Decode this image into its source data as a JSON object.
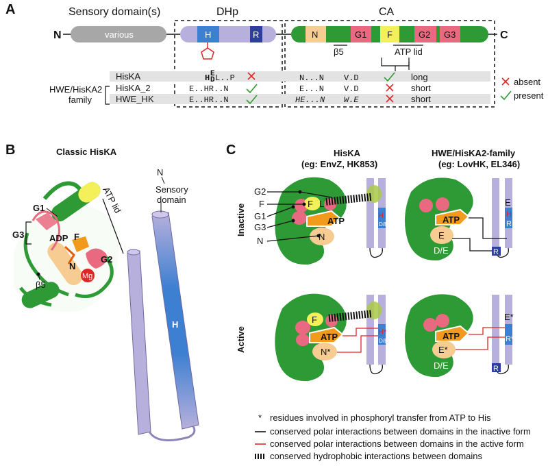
{
  "panel_a": {
    "letter": "A",
    "n_terminus": "N",
    "c_terminus": "C",
    "sensory_title": "Sensory domain(s)",
    "various": "various",
    "dhp_title": "DHp",
    "ca_title": "CA",
    "dhp_boxes": [
      "H",
      "R"
    ],
    "ca_boxes": [
      "N",
      "G1",
      "F",
      "G2",
      "G3"
    ],
    "beta5": "β5",
    "atp_lid": "ATP lid",
    "family_label_line1": "HWE/HisKA2",
    "family_label_line2": "family",
    "legend_absent": "absent",
    "legend_present": "present",
    "rows": [
      {
        "name": "HisKA",
        "dhp_motif": "H..L..P",
        "dhp_sup": "E",
        "dhp_sub": "D",
        "dhp_mark": "absent",
        "ca_motif1": "N...N",
        "ca_motif2": "V.D",
        "ca_mark": "present",
        "lid": "long"
      },
      {
        "name": "HisKA_2",
        "dhp_motif": "E..HR..N",
        "dhp_mark": "present",
        "ca_motif1": "E...N",
        "ca_motif2": "V.D",
        "ca_mark": "absent",
        "lid": "short"
      },
      {
        "name": "HWE_HK",
        "dhp_motif": "E..HR..N",
        "dhp_mark": "present",
        "ca_motif1": "HE...N",
        "ca_motif2": "W.E",
        "ca_mark": "absent",
        "lid": "short"
      }
    ]
  },
  "panel_b": {
    "letter": "B",
    "title": "Classic HisKA",
    "labels": {
      "g1": "G1",
      "g3": "G3",
      "adp": "ADP",
      "f": "F",
      "g2": "G2",
      "mg": "Mg",
      "n": "N",
      "beta5": "β5",
      "atp_lid": "ATP lid",
      "h": "H",
      "n_term": "N",
      "sensory1": "Sensory",
      "sensory2": "domain"
    }
  },
  "panel_c": {
    "letter": "C",
    "col1_title1": "HisKA",
    "col1_title2": "(eg: EnvZ, HK853)",
    "col2_title1": "HWE/HisKA2-family",
    "col2_title2": "(eg: LovHK, EL346)",
    "row_inactive": "Inactive",
    "row_active": "Active",
    "left_labels": [
      "G2",
      "F",
      "G1",
      "G3",
      "N"
    ],
    "atp": "ATP",
    "f": "F",
    "l": "L",
    "n": "N",
    "n_star": "N*",
    "h": "H",
    "h_star": "H*",
    "de": "D/E",
    "e": "E",
    "e_star": "E*",
    "r": "R",
    "r_star": "R*",
    "legend": [
      {
        "symbol": "*",
        "text": "residues involved in phosphoryl transfer from ATP to His"
      },
      {
        "symbol": "black-line",
        "text": "conserved polar interactions between domains in the inactive form"
      },
      {
        "symbol": "red-line",
        "text": "conserved polar interactions between domains in the active form"
      },
      {
        "symbol": "hatched-line",
        "text": "conserved hydrophobic interactions between domains"
      }
    ]
  },
  "colors": {
    "green": "#2e9a35",
    "lavender": "#b8b0dc",
    "blue": "#3d7fd1",
    "navy": "#2c3f9e",
    "pink": "#e96a80",
    "yellow": "#f3f05a",
    "orange": "#f19a1c",
    "peach": "#f7cc93",
    "gray": "#a7a7a7",
    "red": "#e02525"
  }
}
